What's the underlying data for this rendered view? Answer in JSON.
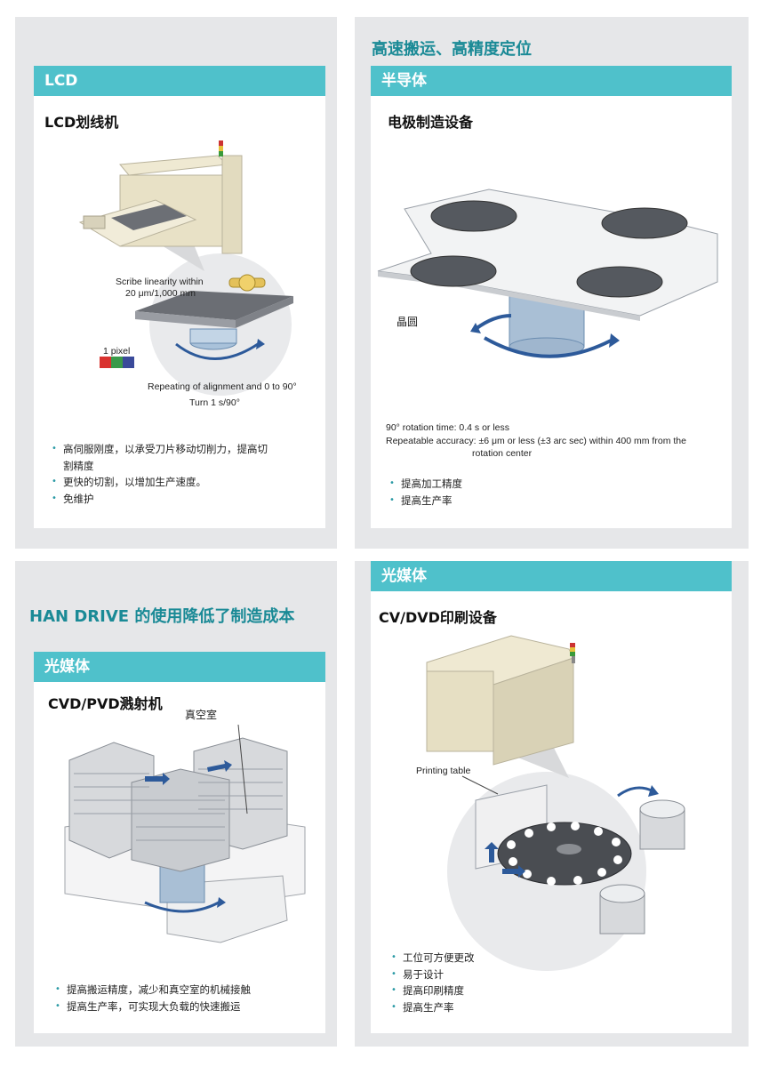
{
  "top_left": {
    "band": "LCD",
    "title": "LCD划线机",
    "callout": [
      "Scribe linearity within",
      "20 μm/1,000 mm"
    ],
    "pixel_label": "1 pixel",
    "rotation_caption": [
      "Repeating of alignment and 0 to 90°",
      "Turn 1 s/90°"
    ],
    "bullets": [
      "高伺服刚度，以承受刀片移动切削力，提高切",
      "割精度",
      "更快的切割，以增加生产速度。",
      "免维护"
    ]
  },
  "top_right": {
    "headline": "高速搬运、高精度定位",
    "band": "半导体",
    "title": "电极制造设备",
    "wafer_label": "晶圆",
    "specs": [
      "90° rotation time: 0.4 s or less",
      "Repeatable accuracy: ±6 μm or less (±3 arc sec) within 400 mm from the",
      "rotation center"
    ],
    "bullets": [
      "提高加工精度",
      "提高生产率"
    ]
  },
  "bottom_left": {
    "headline_prefix": "HAN DRIVE",
    "headline_rest": " 的使用降低了制造成本",
    "band": "光媒体",
    "title": "CVD/PVD溅射机",
    "chamber_label": "真空室",
    "bullets": [
      "提高搬运精度，减少和真空室的机械接触",
      "提高生产率，可实现大负载的快速搬运"
    ]
  },
  "bottom_right": {
    "band": "光媒体",
    "title": "CV/DVD印刷设备",
    "printing_label": "Printing table",
    "bullets": [
      "工位可方便更改",
      "易于设计",
      "提高印刷精度",
      "提高生产率"
    ]
  },
  "colors": {
    "teal": "#4fc1cb",
    "headline": "#1a8a96",
    "panel": "#e6e7e9",
    "arrow": "#2d5a9a"
  }
}
